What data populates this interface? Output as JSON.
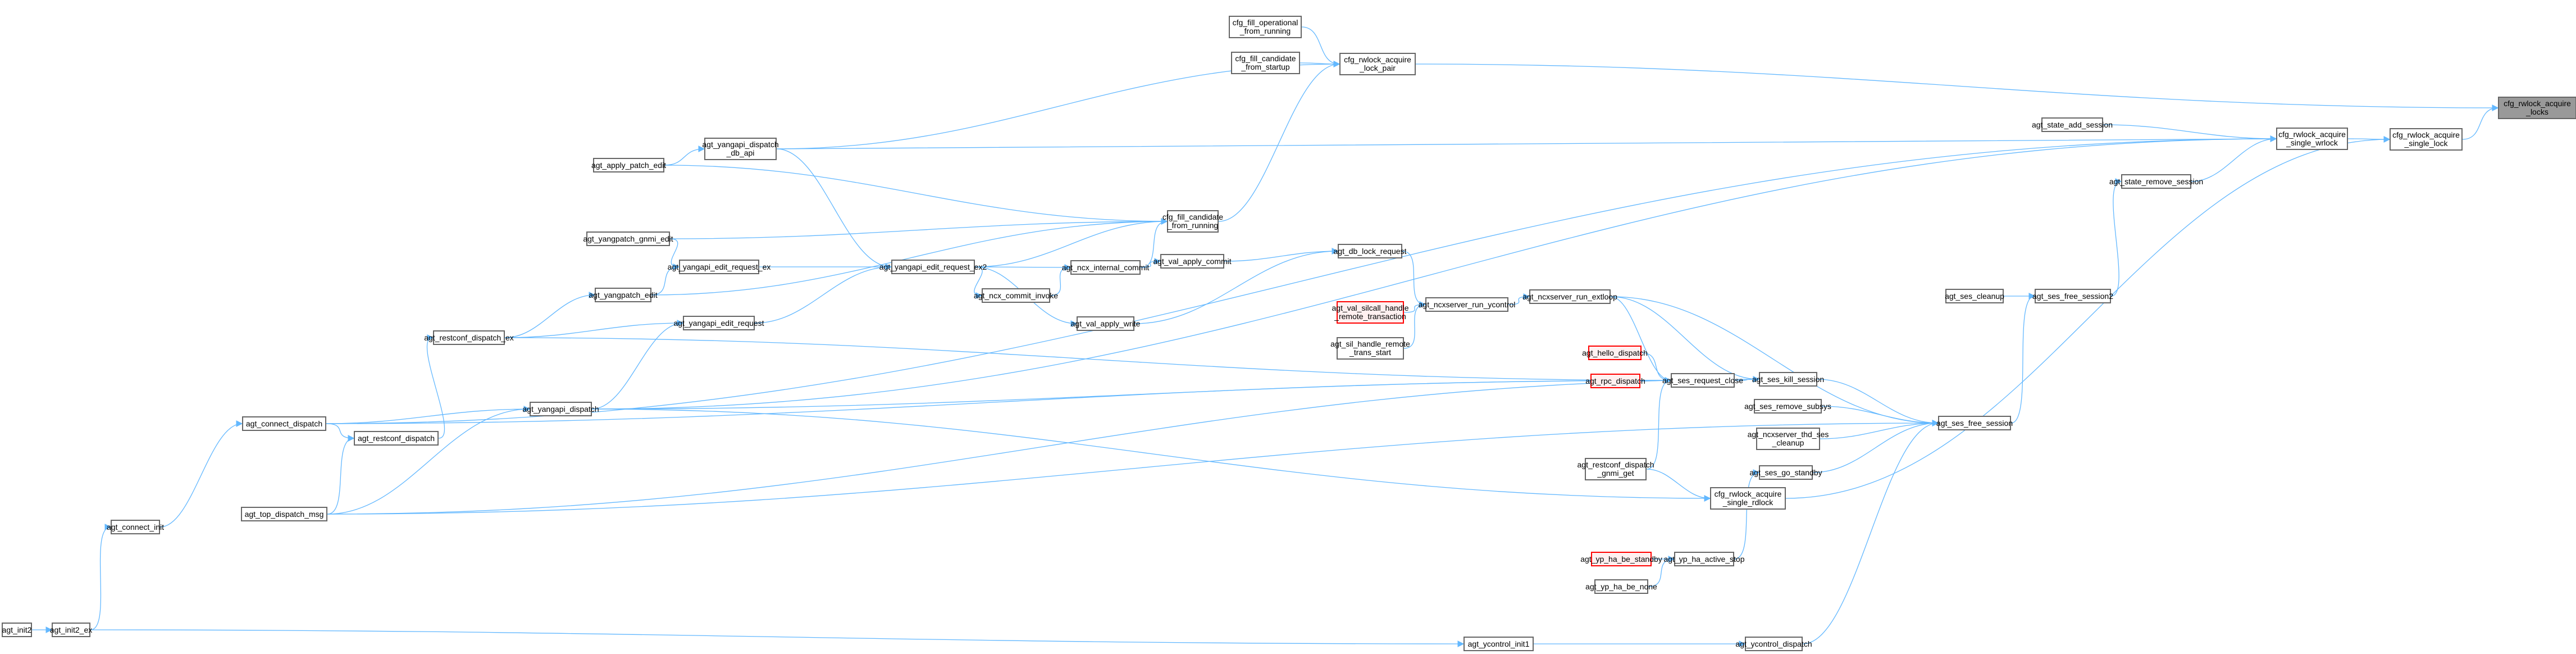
{
  "graph": {
    "title": "cfg_rwlock_acquire_locks caller graph",
    "colors": {
      "edge": "#63b8ff",
      "node_border": "#666666",
      "root_fill": "#999999",
      "red_border": "#ff0000",
      "red_fill": "#fff0f0"
    },
    "nodes": [
      {
        "id": "locks",
        "label": "cfg_rwlock_acquire\n_locks",
        "style": "root"
      },
      {
        "id": "single_lock",
        "label": "cfg_rwlock_acquire\n_single_lock",
        "style": "normal"
      },
      {
        "id": "single_wrlock",
        "label": "cfg_rwlock_acquire\n_single_wrlock",
        "style": "normal"
      },
      {
        "id": "single_rdlock",
        "label": "cfg_rwlock_acquire\n_single_rdlock",
        "style": "normal"
      },
      {
        "id": "lock_pair",
        "label": "cfg_rwlock_acquire\n_lock_pair",
        "style": "normal"
      },
      {
        "id": "fill_oper",
        "label": "cfg_fill_operational\n_from_running",
        "style": "normal"
      },
      {
        "id": "fill_cand_startup",
        "label": "cfg_fill_candidate\n_from_startup",
        "style": "normal"
      },
      {
        "id": "fill_cand_running",
        "label": "cfg_fill_candidate\n_from_running",
        "style": "normal"
      },
      {
        "id": "state_add",
        "label": "agt_state_add_session",
        "style": "normal"
      },
      {
        "id": "state_remove",
        "label": "agt_state_remove_session",
        "style": "normal"
      },
      {
        "id": "ses_cleanup",
        "label": "agt_ses_cleanup",
        "style": "normal"
      },
      {
        "id": "ses_free2",
        "label": "agt_ses_free_session2",
        "style": "normal"
      },
      {
        "id": "ses_free",
        "label": "agt_ses_free_session",
        "style": "normal"
      },
      {
        "id": "ses_kill",
        "label": "agt_ses_kill_session",
        "style": "normal"
      },
      {
        "id": "ses_remove_subsys",
        "label": "agt_ses_remove_subsys",
        "style": "normal"
      },
      {
        "id": "thd_ses_cleanup",
        "label": "agt_ncxserver_thd_ses\n_cleanup",
        "style": "normal"
      },
      {
        "id": "ses_go_standby",
        "label": "agt_ses_go_standby",
        "style": "normal"
      },
      {
        "id": "ses_request_close",
        "label": "agt_ses_request_close",
        "style": "normal"
      },
      {
        "id": "hello_dispatch",
        "label": "agt_hello_dispatch",
        "style": "red"
      },
      {
        "id": "rpc_dispatch",
        "label": "agt_rpc_dispatch",
        "style": "red"
      },
      {
        "id": "restconf_gnmi_get",
        "label": "agt_restconf_dispatch\n_gnmi_get",
        "style": "normal"
      },
      {
        "id": "yp_ha_active_stop",
        "label": "agt_yp_ha_active_stop",
        "style": "normal"
      },
      {
        "id": "yp_ha_be_standby",
        "label": "agt_yp_ha_be_standby",
        "style": "red"
      },
      {
        "id": "yp_ha_be_none",
        "label": "agt_yp_ha_be_none",
        "style": "normal"
      },
      {
        "id": "ycontrol_dispatch",
        "label": "agt_ycontrol_dispatch",
        "style": "normal"
      },
      {
        "id": "ycontrol_init1",
        "label": "agt_ycontrol_init1",
        "style": "normal"
      },
      {
        "id": "run_extloop",
        "label": "agt_ncxserver_run_extloop",
        "style": "normal"
      },
      {
        "id": "run_ycontrol",
        "label": "agt_ncxserver_run_ycontrol",
        "style": "normal"
      },
      {
        "id": "val_silcall",
        "label": "agt_val_silcall_handle\n_remote_transaction",
        "style": "red"
      },
      {
        "id": "sil_remote",
        "label": "agt_sil_handle_remote\n_trans_start",
        "style": "normal"
      },
      {
        "id": "db_lock_request",
        "label": "agt_db_lock_request",
        "style": "normal"
      },
      {
        "id": "val_apply_commit",
        "label": "agt_val_apply_commit",
        "style": "normal"
      },
      {
        "id": "val_apply_write",
        "label": "agt_val_apply_write",
        "style": "normal"
      },
      {
        "id": "ncx_internal_commit",
        "label": "agt_ncx_internal_commit",
        "style": "normal"
      },
      {
        "id": "ncx_commit_invoke",
        "label": "agt_ncx_commit_invoke",
        "style": "normal"
      },
      {
        "id": "edit_request_ex2",
        "label": "agt_yangapi_edit_request_ex2",
        "style": "normal"
      },
      {
        "id": "edit_request_ex",
        "label": "agt_yangapi_edit_request_ex",
        "style": "normal"
      },
      {
        "id": "edit_request",
        "label": "agt_yangapi_edit_request",
        "style": "normal"
      },
      {
        "id": "dispatch_db_api",
        "label": "agt_yangapi_dispatch\n_db_api",
        "style": "normal"
      },
      {
        "id": "apply_patch_edit",
        "label": "agt_apply_patch_edit",
        "style": "normal"
      },
      {
        "id": "yangpatch_gnmi_edit",
        "label": "agt_yangpatch_gnmi_edit",
        "style": "normal"
      },
      {
        "id": "yangpatch_edit",
        "label": "agt_yangpatch_edit",
        "style": "normal"
      },
      {
        "id": "restconf_dispatch_ex",
        "label": "agt_restconf_dispatch_ex",
        "style": "normal"
      },
      {
        "id": "yangapi_dispatch",
        "label": "agt_yangapi_dispatch",
        "style": "normal"
      },
      {
        "id": "restconf_dispatch",
        "label": "agt_restconf_dispatch",
        "style": "normal"
      },
      {
        "id": "connect_dispatch",
        "label": "agt_connect_dispatch",
        "style": "normal"
      },
      {
        "id": "top_dispatch_msg",
        "label": "agt_top_dispatch_msg",
        "style": "normal"
      },
      {
        "id": "connect_init",
        "label": "agt_connect_init",
        "style": "normal"
      },
      {
        "id": "init2_ex",
        "label": "agt_init2_ex",
        "style": "normal"
      },
      {
        "id": "init2",
        "label": "agt_init2",
        "style": "normal"
      }
    ],
    "edges": [
      [
        "single_lock",
        "locks"
      ],
      [
        "lock_pair",
        "locks"
      ],
      [
        "single_wrlock",
        "single_lock"
      ],
      [
        "single_rdlock",
        "single_lock"
      ],
      [
        "state_add",
        "single_wrlock"
      ],
      [
        "state_remove",
        "single_wrlock"
      ],
      [
        "dispatch_db_api",
        "single_wrlock"
      ],
      [
        "connect_dispatch",
        "single_wrlock"
      ],
      [
        "yangapi_dispatch",
        "single_wrlock"
      ],
      [
        "fill_oper",
        "lock_pair"
      ],
      [
        "fill_cand_startup",
        "lock_pair"
      ],
      [
        "fill_cand_running",
        "lock_pair"
      ],
      [
        "dispatch_db_api",
        "lock_pair"
      ],
      [
        "apply_patch_edit",
        "fill_cand_running"
      ],
      [
        "yangpatch_gnmi_edit",
        "fill_cand_running"
      ],
      [
        "edit_request_ex2",
        "fill_cand_running"
      ],
      [
        "ncx_internal_commit",
        "fill_cand_running"
      ],
      [
        "yangpatch_edit",
        "fill_cand_running"
      ],
      [
        "ses_free2",
        "state_remove"
      ],
      [
        "ses_cleanup",
        "ses_free2"
      ],
      [
        "ses_free",
        "ses_free2"
      ],
      [
        "ses_kill",
        "ses_free"
      ],
      [
        "ses_remove_subsys",
        "ses_free"
      ],
      [
        "thd_ses_cleanup",
        "ses_free"
      ],
      [
        "ses_go_standby",
        "ses_free"
      ],
      [
        "run_extloop",
        "ses_free"
      ],
      [
        "ycontrol_dispatch",
        "ses_free"
      ],
      [
        "top_dispatch_msg",
        "ses_free"
      ],
      [
        "ses_request_close",
        "ses_kill"
      ],
      [
        "run_extloop",
        "ses_kill"
      ],
      [
        "top_dispatch_msg",
        "ses_kill"
      ],
      [
        "hello_dispatch",
        "ses_request_close"
      ],
      [
        "rpc_dispatch",
        "ses_request_close"
      ],
      [
        "restconf_gnmi_get",
        "ses_request_close"
      ],
      [
        "run_extloop",
        "ses_request_close"
      ],
      [
        "connect_dispatch",
        "ses_request_close"
      ],
      [
        "yangapi_dispatch",
        "ses_request_close"
      ],
      [
        "restconf_dispatch_ex",
        "ses_request_close"
      ],
      [
        "restconf_gnmi_get",
        "single_rdlock"
      ],
      [
        "yangapi_dispatch",
        "single_rdlock"
      ],
      [
        "yp_ha_active_stop",
        "ses_go_standby"
      ],
      [
        "yp_ha_be_standby",
        "yp_ha_active_stop"
      ],
      [
        "yp_ha_be_none",
        "yp_ha_active_stop"
      ],
      [
        "ycontrol_init1",
        "ycontrol_dispatch"
      ],
      [
        "init2_ex",
        "ycontrol_init1"
      ],
      [
        "run_ycontrol",
        "run_extloop"
      ],
      [
        "db_lock_request",
        "run_ycontrol"
      ],
      [
        "val_silcall",
        "run_ycontrol"
      ],
      [
        "sil_remote",
        "run_ycontrol"
      ],
      [
        "val_apply_commit",
        "db_lock_request"
      ],
      [
        "val_apply_write",
        "db_lock_request"
      ],
      [
        "ncx_internal_commit",
        "val_apply_commit"
      ],
      [
        "edit_request_ex2",
        "ncx_internal_commit"
      ],
      [
        "ncx_commit_invoke",
        "ncx_internal_commit"
      ],
      [
        "edit_request_ex2",
        "val_apply_write"
      ],
      [
        "edit_request_ex2",
        "ncx_commit_invoke"
      ],
      [
        "edit_request_ex",
        "edit_request_ex2"
      ],
      [
        "dispatch_db_api",
        "edit_request_ex2"
      ],
      [
        "edit_request",
        "edit_request_ex2"
      ],
      [
        "yangpatch_gnmi_edit",
        "edit_request_ex"
      ],
      [
        "yangpatch_edit",
        "edit_request_ex"
      ],
      [
        "apply_patch_edit",
        "dispatch_db_api"
      ],
      [
        "restconf_dispatch_ex",
        "yangpatch_edit"
      ],
      [
        "restconf_dispatch_ex",
        "edit_request"
      ],
      [
        "yangapi_dispatch",
        "edit_request"
      ],
      [
        "restconf_dispatch",
        "restconf_dispatch_ex"
      ],
      [
        "connect_dispatch",
        "restconf_dispatch"
      ],
      [
        "top_dispatch_msg",
        "restconf_dispatch"
      ],
      [
        "connect_dispatch",
        "yangapi_dispatch"
      ],
      [
        "top_dispatch_msg",
        "yangapi_dispatch"
      ],
      [
        "connect_init",
        "connect_dispatch"
      ],
      [
        "init2_ex",
        "connect_init"
      ],
      [
        "init2",
        "init2_ex"
      ]
    ]
  }
}
